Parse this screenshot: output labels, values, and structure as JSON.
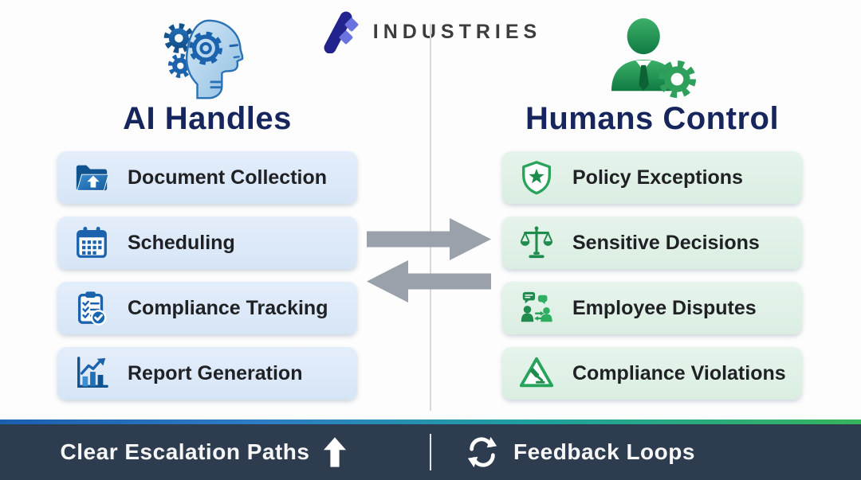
{
  "brand": {
    "name": "INDUSTRIES",
    "logo_icon": "abstract-a-logo-icon"
  },
  "left_column": {
    "title": "AI Handles",
    "header_icon": "ai-robot-head-gears-icon",
    "items": [
      {
        "label": "Document Collection",
        "icon": "folder-upload-icon"
      },
      {
        "label": "Scheduling",
        "icon": "calendar-icon"
      },
      {
        "label": "Compliance Tracking",
        "icon": "clipboard-check-icon"
      },
      {
        "label": "Report Generation",
        "icon": "chart-growth-icon"
      }
    ]
  },
  "right_column": {
    "title": "Humans Control",
    "header_icon": "human-with-gear-icon",
    "items": [
      {
        "label": "Policy Exceptions",
        "icon": "shield-star-icon"
      },
      {
        "label": "Sensitive Decisions",
        "icon": "scales-icon"
      },
      {
        "label": "Employee Disputes",
        "icon": "people-dispute-icon"
      },
      {
        "label": "Compliance Violations",
        "icon": "warning-gavel-icon"
      }
    ]
  },
  "center": {
    "arrows": [
      "arrow-right-icon",
      "arrow-left-icon"
    ]
  },
  "footer": {
    "left_label": "Clear Escalation Paths",
    "left_icon": "up-arrow-icon",
    "right_label": "Feedback Loops",
    "right_icon": "refresh-cycle-icon"
  },
  "colors": {
    "accent_blue": "#1c63ad",
    "accent_green": "#27a35b",
    "title_navy": "#16265c",
    "card_blue_bg": "#dce9f8",
    "card_green_bg": "#dff0e5",
    "footer_bg": "#2d3d4f",
    "arrow_gray": "#9aa1ab",
    "logo_dark_blue": "#23238e",
    "logo_light_blue": "#6a72de",
    "gradient_strip": [
      "#1b5fae",
      "#2e7cc5",
      "#1fa0a0",
      "#35b45c"
    ]
  }
}
